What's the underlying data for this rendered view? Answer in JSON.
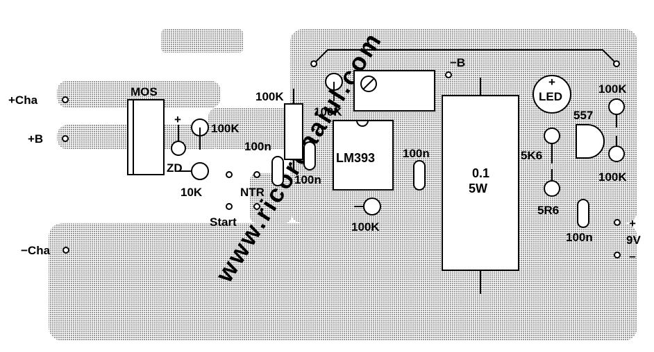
{
  "labels": {
    "plus_cha": "+Cha",
    "plus_b": "+B",
    "minus_cha": "−Cha",
    "minus_b": "−B",
    "mos": "MOS",
    "zd": "ZD",
    "r_10k": "10K",
    "r_100k_a": "100K",
    "r_100k_pot": "100K",
    "r_100k_b": "100K",
    "r_100k_c": "100K",
    "r_100k_d": "100K",
    "r_100k_e": "100K",
    "c_100n_a": "100n",
    "c_100n_b": "100n",
    "c_100n_c": "100n",
    "c_100n_d": "100n",
    "ntr": "NTR",
    "start": "Start",
    "ic_lm393": "LM393",
    "res_value": "0.1",
    "res_power": "5W",
    "led": "LED",
    "ic_557": "557",
    "r_5k6": "5K6",
    "r_5r6": "5R6",
    "supply_v": "9V",
    "supply_plus": "+",
    "supply_minus": "–",
    "plus_mark_zd": "+",
    "plus_mark_led": "+"
  },
  "watermark": "www.ricordaaiul.com",
  "colors": {
    "ink": "#000000",
    "copper": "#b8b8b8",
    "background": "#ffffff"
  }
}
